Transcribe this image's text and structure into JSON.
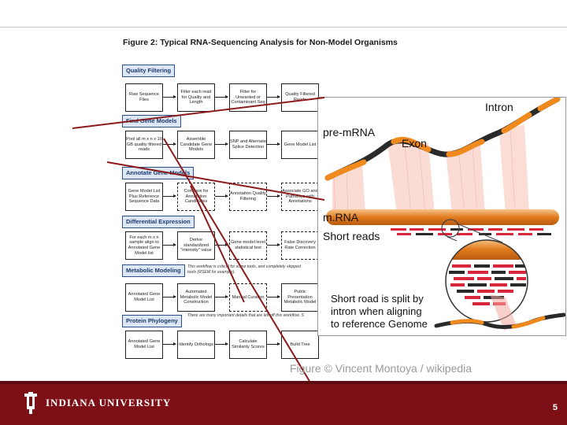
{
  "flowchart": {
    "title": "Figure 2: Typical RNA-Sequencing Analysis for Non-Model Organisms",
    "sections": {
      "quality": "Quality Filtering",
      "find_genes": "Find Gene Models",
      "annotate": "Annotate Gene Models",
      "differential": "Differential Expression",
      "metabolic": "Metabolic Modeling",
      "phylogeny": "Protein Phylogeny"
    },
    "boxes": {
      "q1": "Raw Sequence Files",
      "q2": "Filter each read for Quality and Length",
      "q3": "Filter for Unwanted or Contaminant Seq",
      "q4": "Quality Filtered Reads",
      "f1": "Pool all m x n x 10 GB quality filtered reads",
      "f2": "Assemble Candidate Gene Models",
      "f3": "SNP and Alternate Splice Detection",
      "f4": "Gene Model List",
      "a1": "Gene Model List Plus Reference Sequence Data",
      "a2": "Compare for Annotation Candidates",
      "a3": "Annotation Quality Filtering",
      "a4": "Associate GO and Pathways with Annotations",
      "d1": "For each m x n sample align to Annotated Gene Model list",
      "d2": "Derive standardized \"intensity\" value",
      "d3": "Gene-model level statistical test",
      "d4": "False Discovery Rate Correction",
      "m1": "Annotated Gene Model List",
      "m2": "Automated Metabolic Model Construction",
      "m3": "Manual Curation",
      "m4": "Public Presentation Metabolic Model",
      "p1": "Annotated Gene Model List",
      "p2": "Identify Orthologs",
      "p3": "Calculate Similarity Scores",
      "p4": "Build Tree"
    },
    "notes": {
      "n1": "This workflow is critical for some tools, and completely skipped",
      "n2": "tools (RSEM for example).",
      "n3": "There are many important details that are left off this workflow. S"
    }
  },
  "rna_figure": {
    "label_intron": "Intron",
    "label_premrna": "pre-mRNA",
    "label_exon": "Exon",
    "label_mrna": "m.RNA",
    "label_short_reads": "Short reads",
    "split_line1": "Short road is split by",
    "split_line2": "intron when aligning",
    "split_line3": "to reference Genome",
    "colors": {
      "exon": "#f08a1e",
      "intron": "#2a2a2a",
      "read_red": "#d8263a",
      "read_dark": "#2a2a2a"
    }
  },
  "caption": "Figure © Vincent Montoya / wikipedia",
  "footer": {
    "university": "INDIANA UNIVERSITY",
    "page_number": "5",
    "brand_color": "#7d1016"
  },
  "annotation_line_color": "#8b1a1a"
}
